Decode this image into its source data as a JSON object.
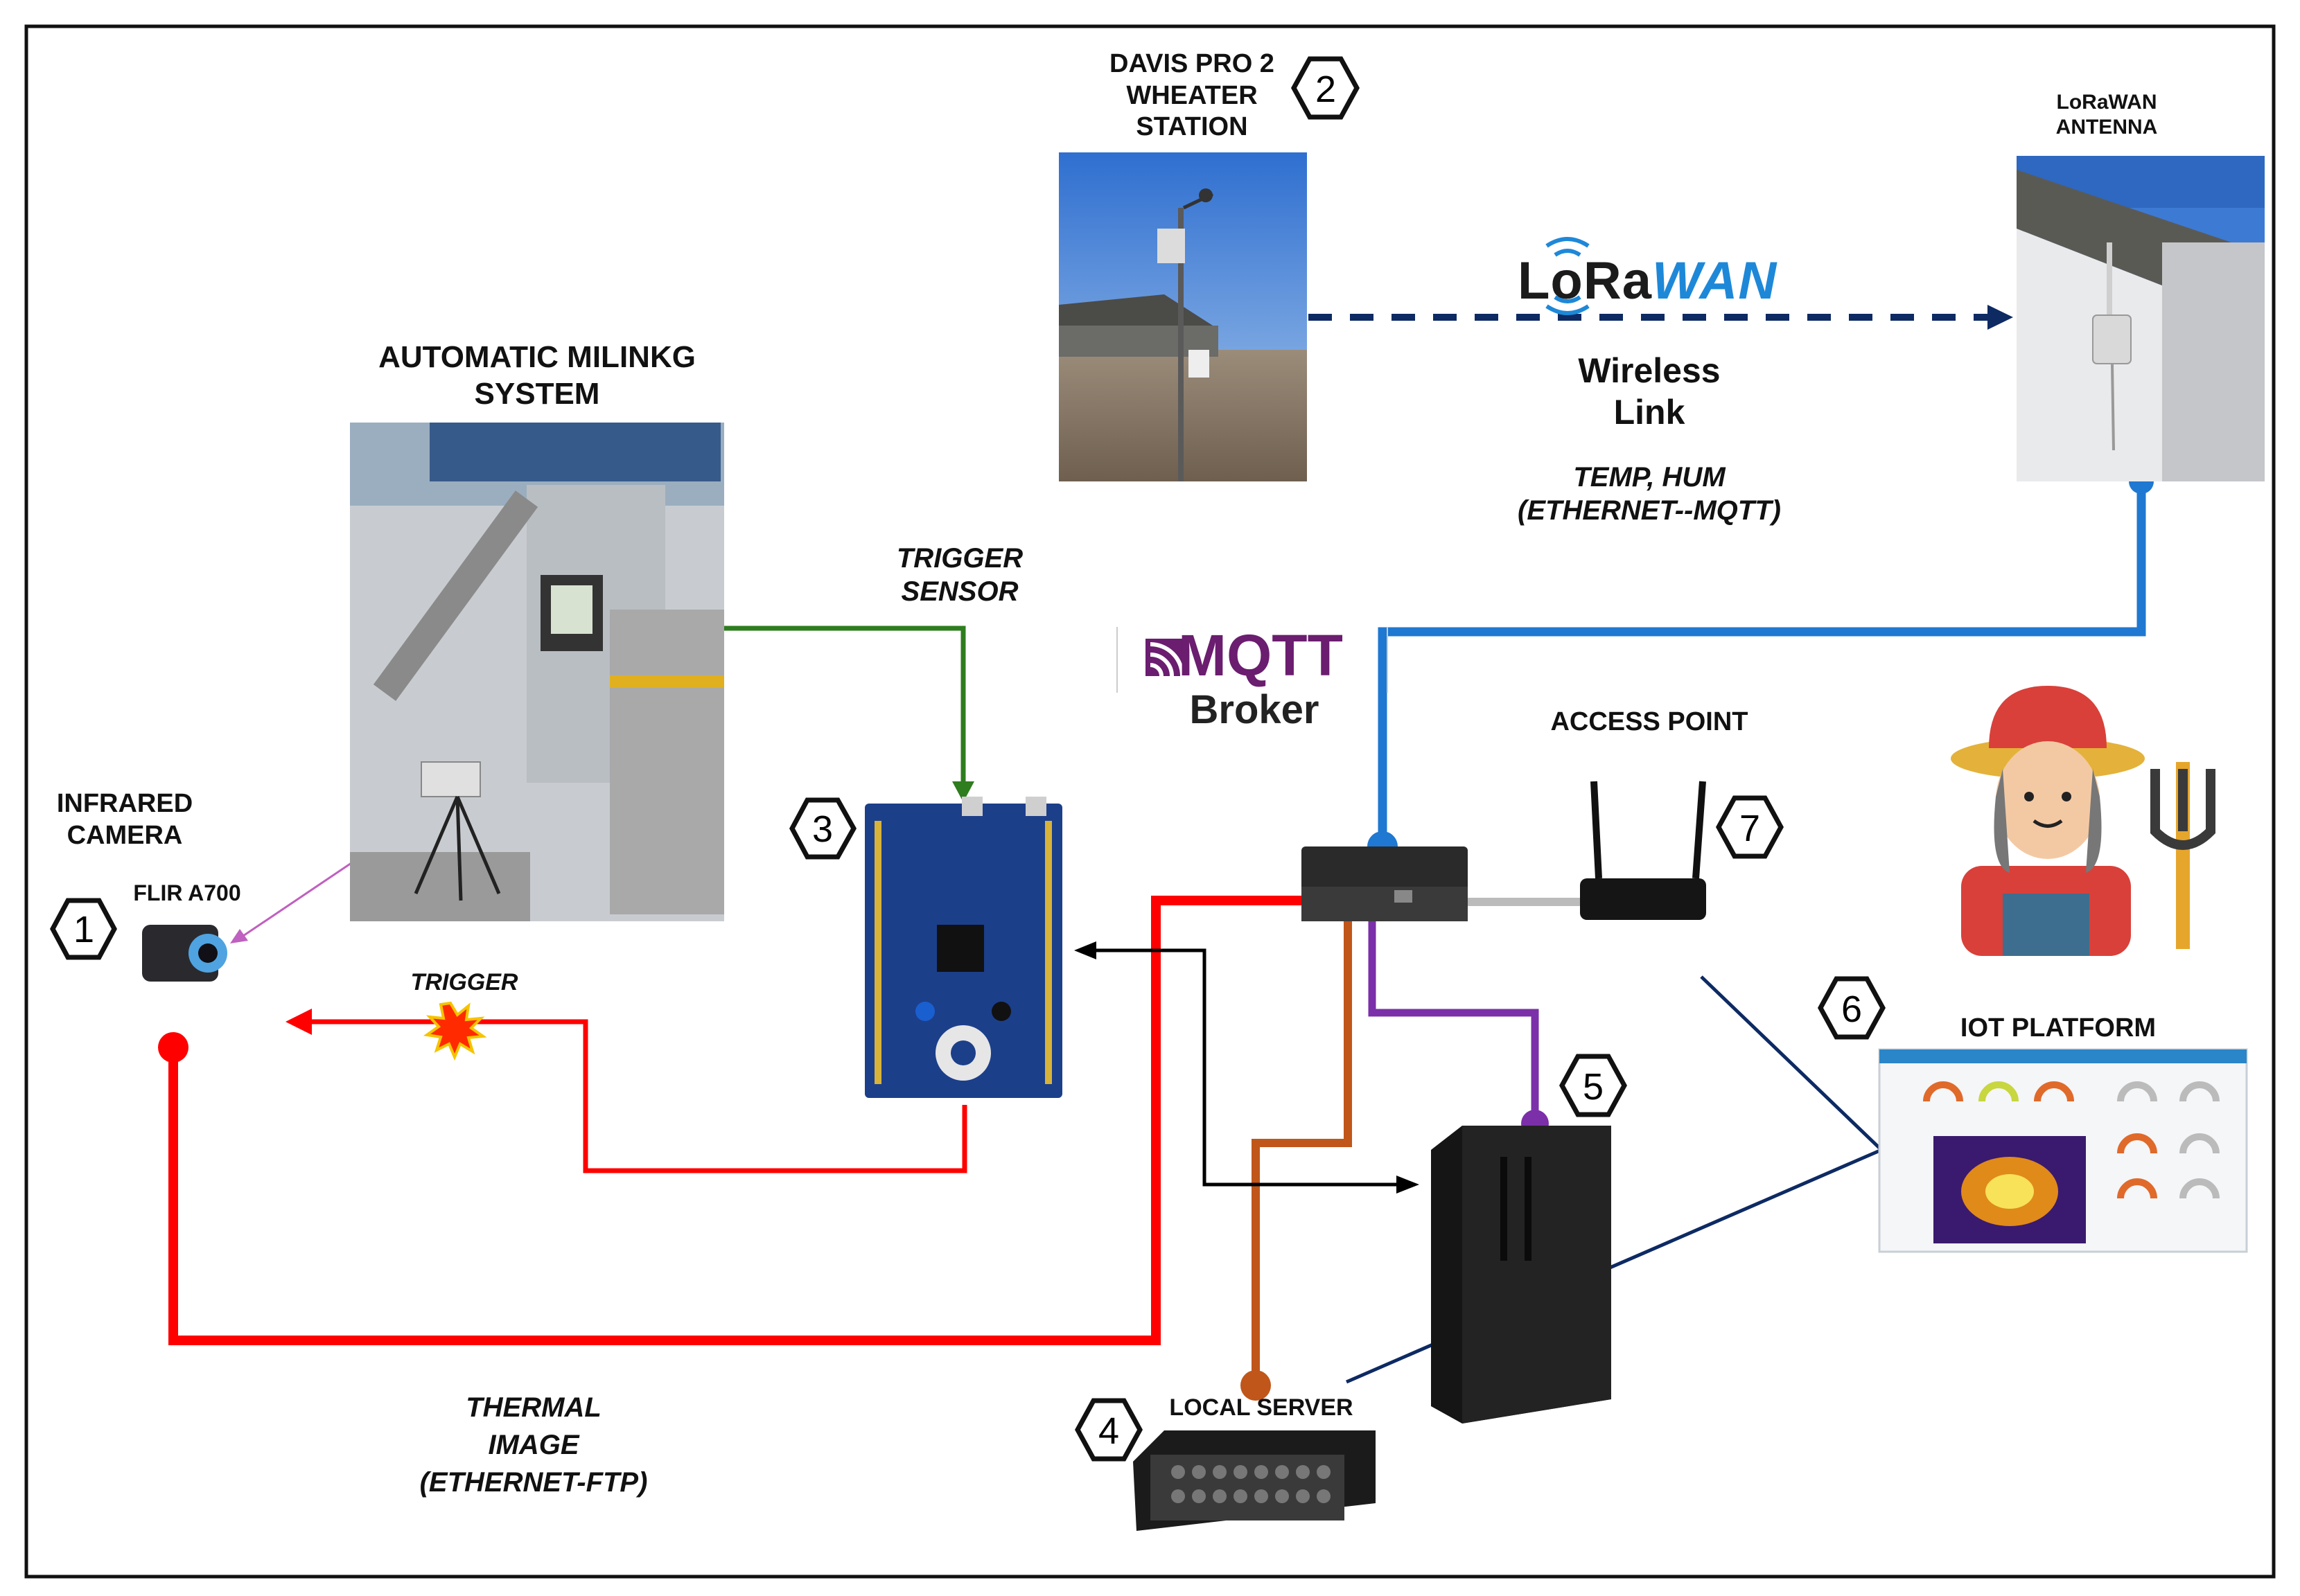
{
  "labels": {
    "davis_line1": "DAVIS PRO 2",
    "davis_line2": "WHEATER",
    "davis_line3": "STATION",
    "lorawan_antenna_line1": "LoRaWAN",
    "lorawan_antenna_line2": "ANTENNA",
    "ams_line1": "AUTOMATIC MILINKG",
    "ams_line2": "SYSTEM",
    "infrared_line1": "INFRARED",
    "infrared_line2": "CAMERA",
    "flir": "FLIR A700",
    "trigger_sensor_line1": "TRIGGER",
    "trigger_sensor_line2": "SENSOR",
    "trigger": "TRIGGER",
    "wireless_line1": "Wireless",
    "wireless_line2": "Link",
    "temp_hum": "TEMP, HUM",
    "ethernet_mqtt": "(ETHERNET--MQTT)",
    "mqtt_logo": "MQTT",
    "broker": "Broker",
    "lorawan_logo_lo": "LoRa",
    "lorawan_logo_wan": "WAN",
    "access_point": "ACCESS POINT",
    "iot_platform": "IOT PLATFORM",
    "local_server": "LOCAL SERVER",
    "thermal_line1": "THERMAL",
    "thermal_line2": "IMAGE",
    "thermal_line3": "(ETHERNET-FTP)"
  },
  "numbers": [
    "1",
    "2",
    "3",
    "4",
    "5",
    "6",
    "7"
  ],
  "colors": {
    "thermal_link": "#ff0000",
    "trigger_sensor_link": "#2e7d1e",
    "lorawan_link": "#0d2a63",
    "mqtt_link": "#1f78d1",
    "server_link": "#c0561a",
    "workstation_link": "#7b2fa8",
    "data_link": "#000000",
    "ap_link": "#bbbbbb",
    "platform_link": "#0d2a63",
    "mqtt_brand": "#6b1d6f",
    "lorawan_brand_blue": "#1e88d8"
  }
}
